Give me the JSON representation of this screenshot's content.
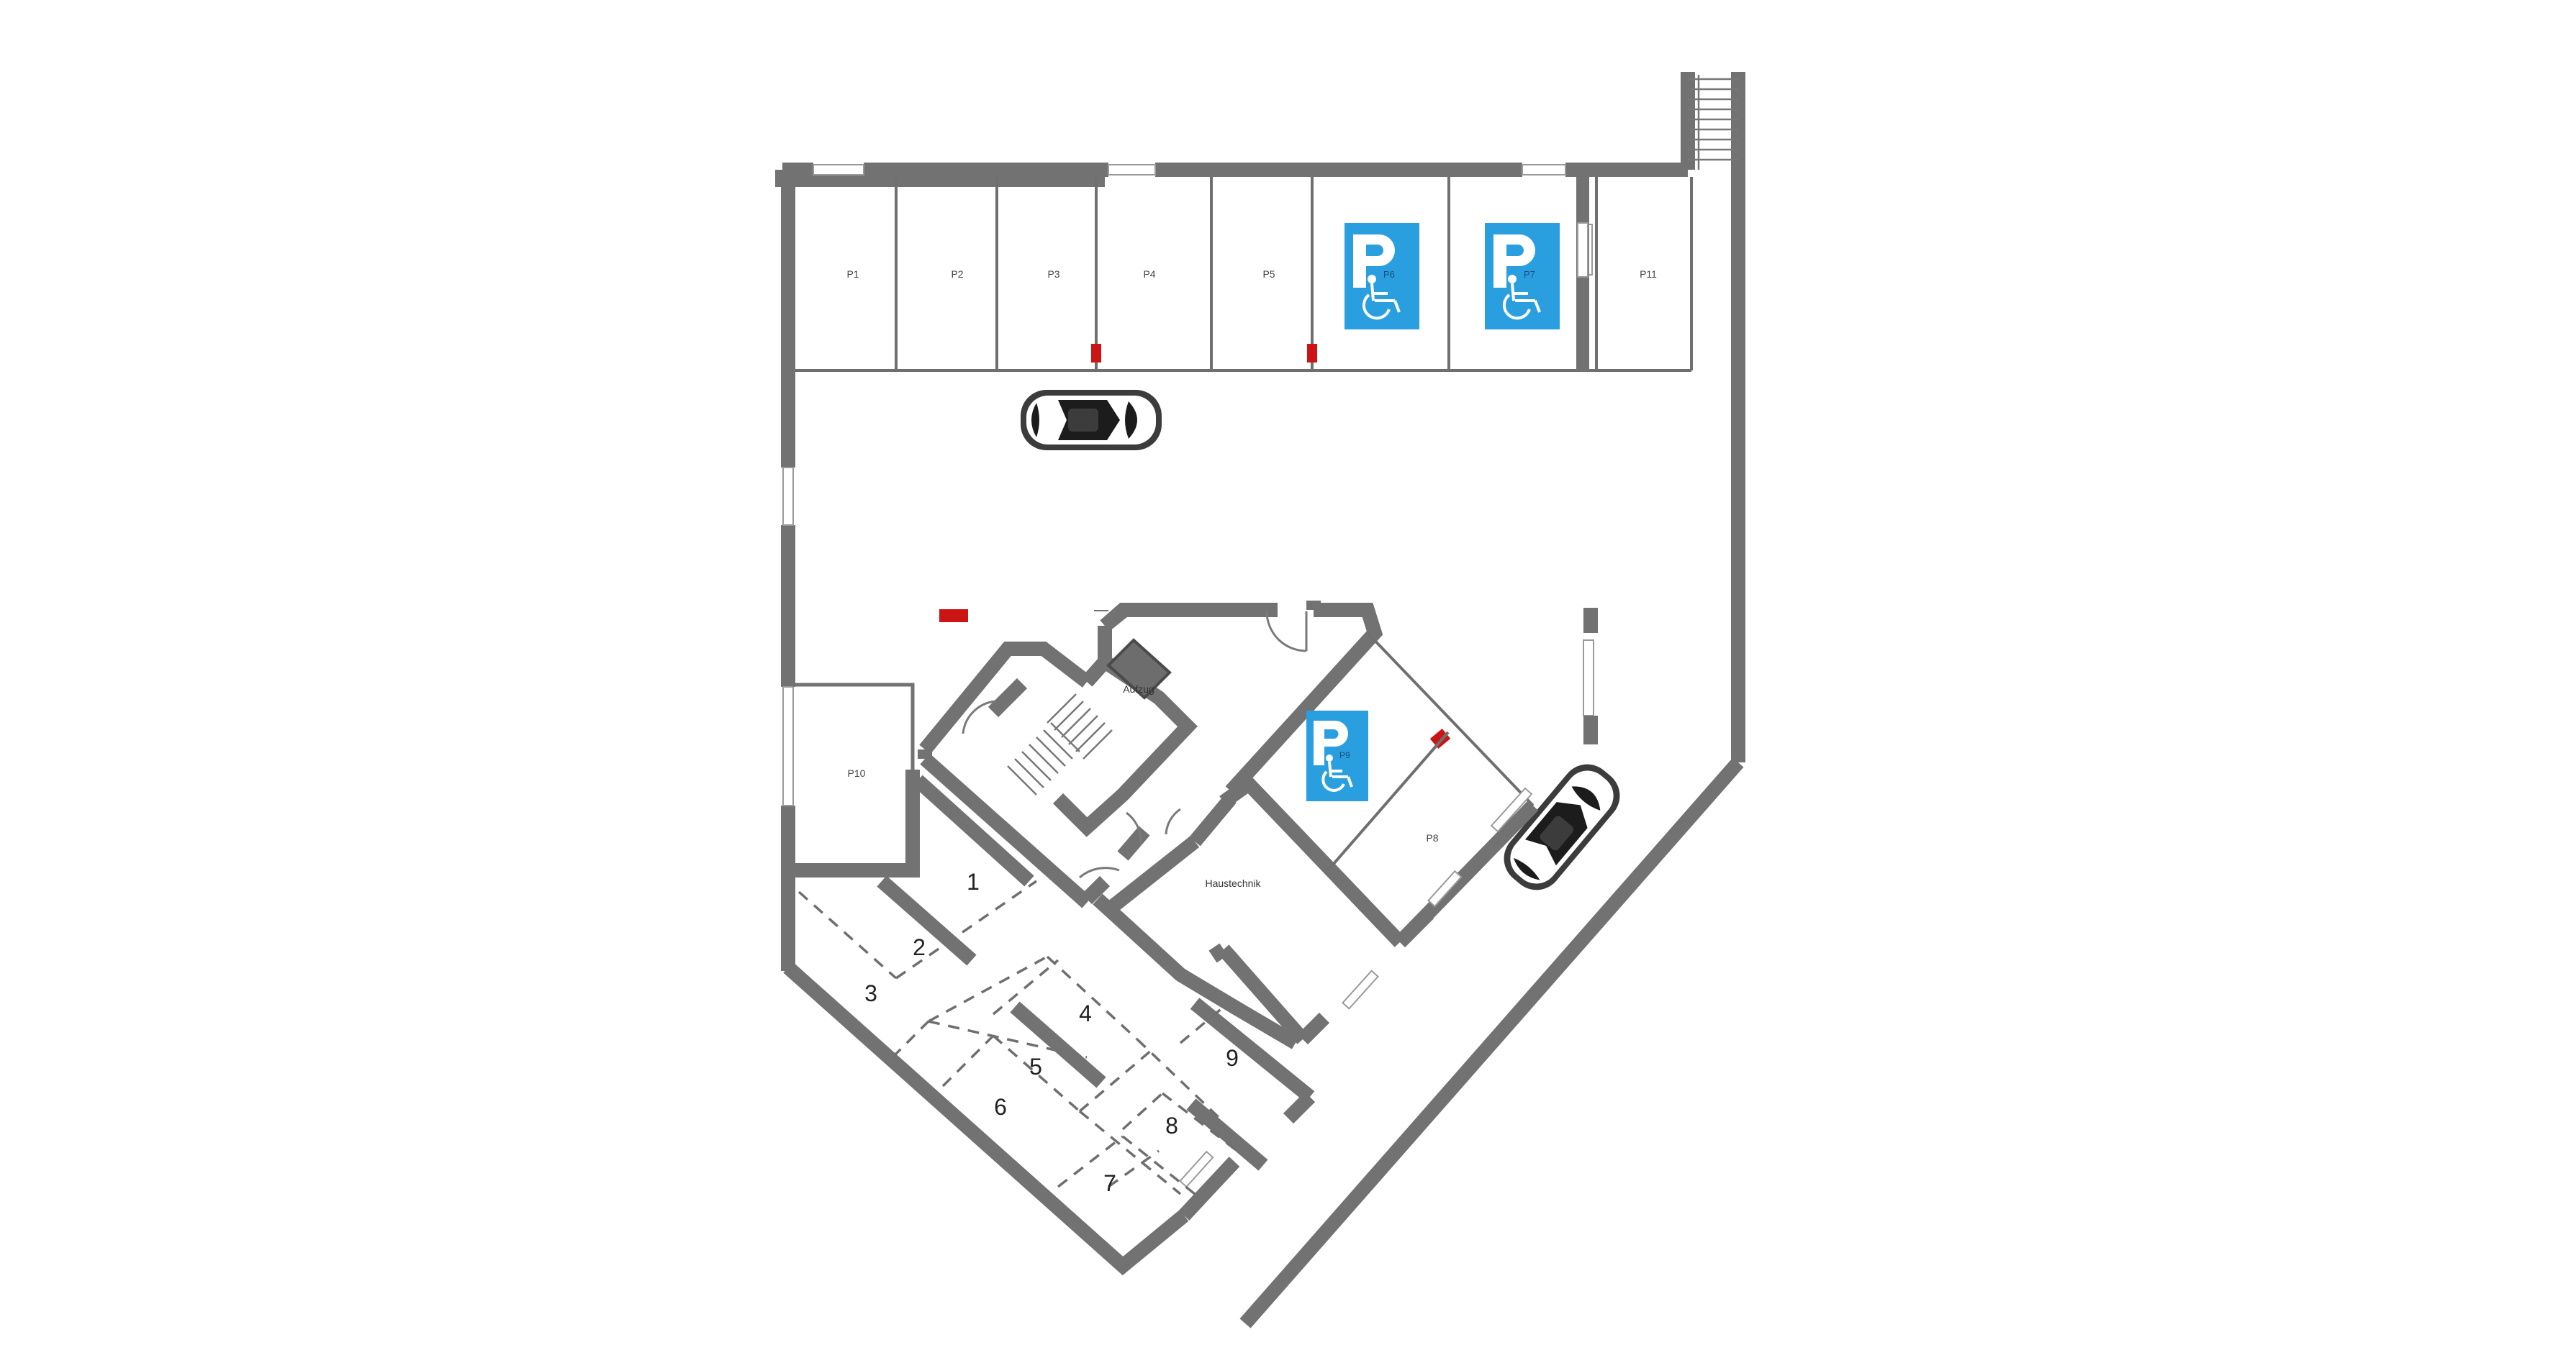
{
  "parking_bays": {
    "p1": "P1",
    "p2": "P2",
    "p3": "P3",
    "p4": "P4",
    "p5": "P5",
    "p6": "P6",
    "p7": "P7",
    "p8": "P8",
    "p9": "P9",
    "p10": "P10",
    "p11": "P11"
  },
  "rooms": {
    "elevator": "Aufzug",
    "technical_room": "Haustechnik"
  },
  "storage_lots": [
    "1",
    "2",
    "3",
    "4",
    "5",
    "6",
    "7",
    "8",
    "9"
  ],
  "colors": {
    "wall": "#727272",
    "marker": "#cc1414",
    "handicap_sign": "#2a9fe0"
  },
  "icons": {
    "handicap": "wheelchair-parking-icon",
    "car": "car-topview-icon",
    "stairs": "staircase-icon"
  }
}
